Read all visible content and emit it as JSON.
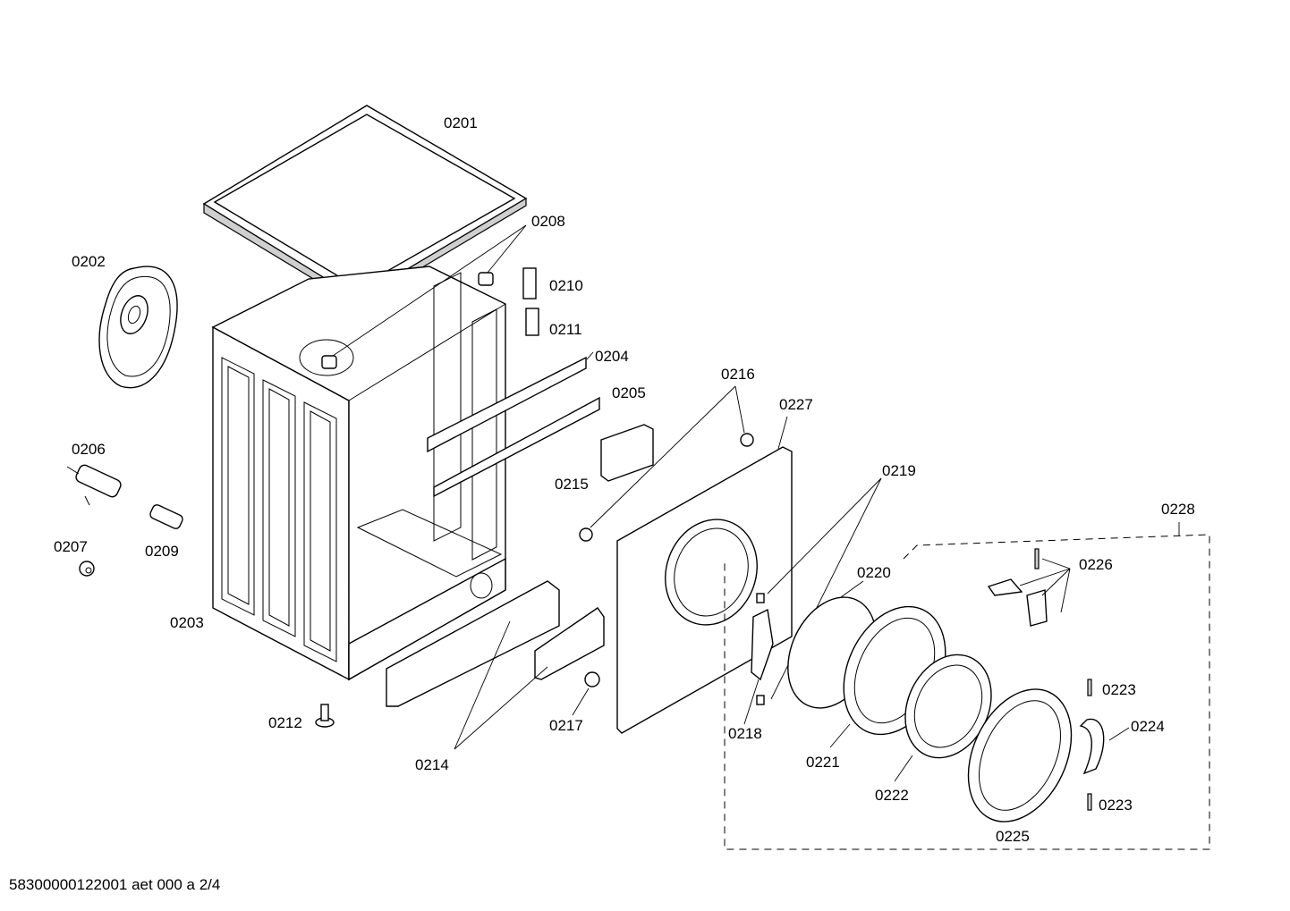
{
  "labels": {
    "p0201": "0201",
    "p0202": "0202",
    "p0203": "0203",
    "p0204": "0204",
    "p0205": "0205",
    "p0206": "0206",
    "p0207": "0207",
    "p0208": "0208",
    "p0209": "0209",
    "p0210": "0210",
    "p0211": "0211",
    "p0212": "0212",
    "p0214": "0214",
    "p0215": "0215",
    "p0216": "0216",
    "p0217": "0217",
    "p0218": "0218",
    "p0219": "0219",
    "p0220": "0220",
    "p0221": "0221",
    "p0222": "0222",
    "p0223a": "0223",
    "p0223b": "0223",
    "p0224": "0224",
    "p0225": "0225",
    "p0226": "0226",
    "p0227": "0227",
    "p0228": "0228"
  },
  "footer": "58300000122001 aet 000 a 2/4"
}
